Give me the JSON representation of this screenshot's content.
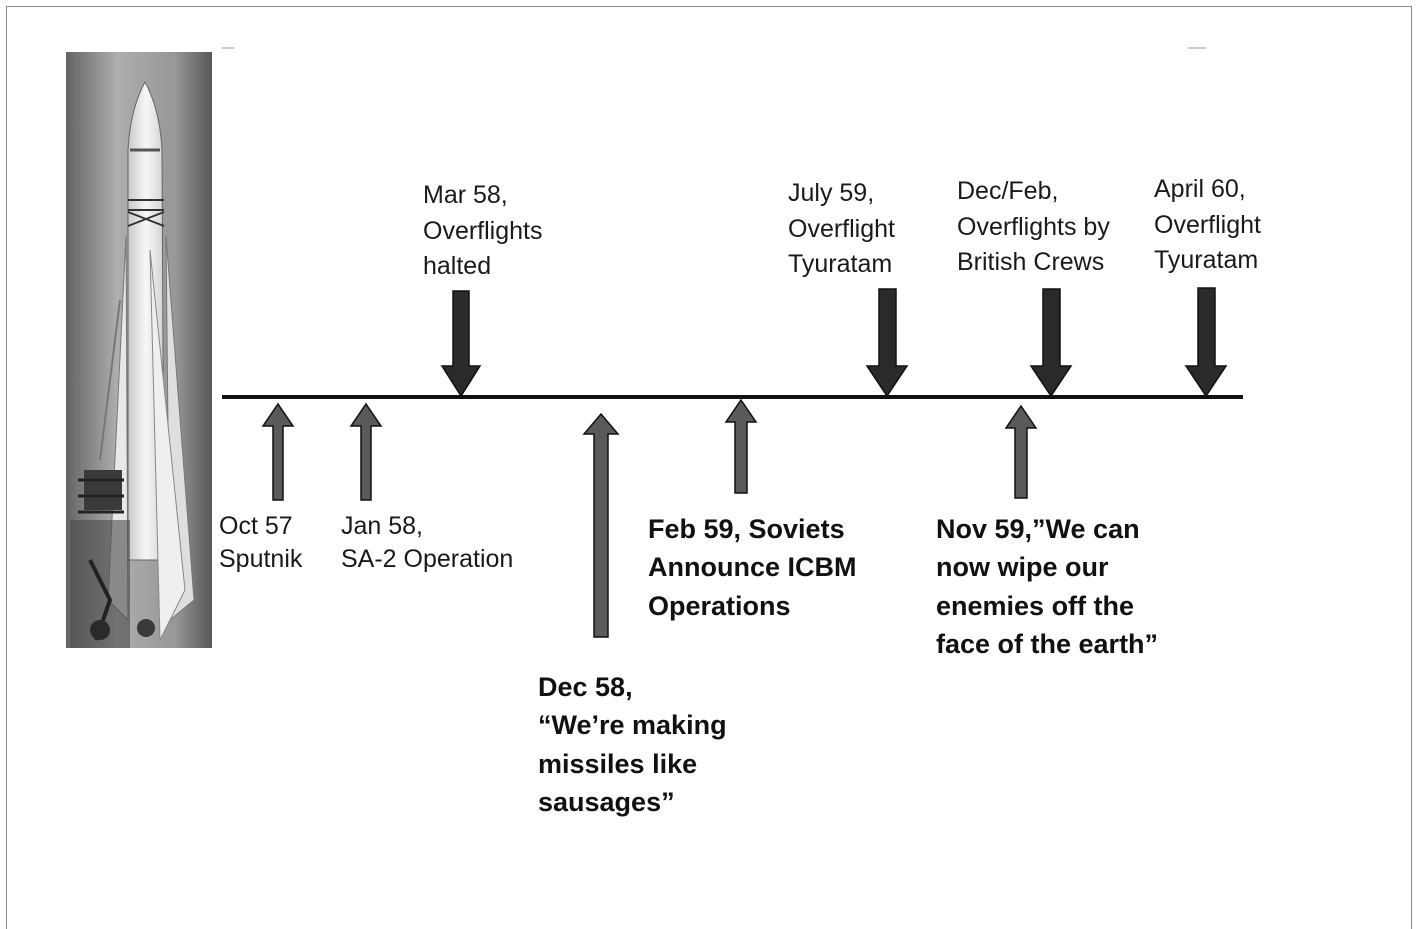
{
  "timeline": {
    "events_below": [
      {
        "id": "oct57",
        "text": "Oct 57\nSputnik",
        "emphasis": "normal"
      },
      {
        "id": "jan58",
        "text": "Jan 58,\nSA-2 Operation",
        "emphasis": "normal"
      },
      {
        "id": "dec58",
        "text": "Dec 58,\n“We’re making\nmissiles like\nsausages”",
        "emphasis": "bold"
      },
      {
        "id": "feb59",
        "text": "Feb 59, Soviets\nAnnounce ICBM\nOperations",
        "emphasis": "bold"
      },
      {
        "id": "nov59",
        "text": "Nov 59,”We can\nnow wipe our\nenemies off the\nface of the earth”",
        "emphasis": "bold"
      }
    ],
    "events_above": [
      {
        "id": "mar58",
        "text": "Mar 58,\nOverflights\nhalted"
      },
      {
        "id": "jul59",
        "text": "July 59,\nOverflight\nTyuratam"
      },
      {
        "id": "decfeb",
        "text": "Dec/Feb,\nOverflights by\nBritish Crews"
      },
      {
        "id": "apr60",
        "text": "April 60,\nOverflight\nTyuratam"
      }
    ]
  },
  "colors": {
    "up_arrow": "#5a5a5a",
    "down_arrow": "#2a2a2a",
    "timeline": "#111111"
  },
  "image": {
    "subject": "rocket-photo"
  }
}
